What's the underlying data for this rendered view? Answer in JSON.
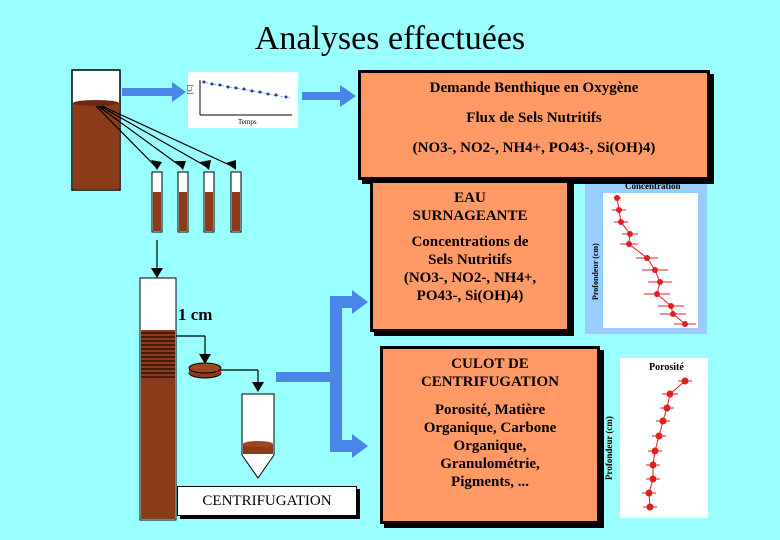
{
  "title": "Analyses effectuées",
  "box_top": {
    "line1": "Demande Benthique en Oxygène",
    "line2": "Flux de Sels Nutritifs",
    "line3": "(NO3-, NO2-, NH4+, PO43-, Si(OH)4)"
  },
  "box_eau": {
    "line1": "EAU",
    "line2": "SURNAGEANTE",
    "line3": "Concentrations de",
    "line4": "Sels Nutritifs",
    "line5": "(NO3-, NO2-, NH4+,",
    "line6": "PO43-, Si(OH)4)"
  },
  "box_culot": {
    "line1": "CULOT DE",
    "line2": "CENTRIFUGATION",
    "line3": "Porosité, Matière",
    "line4": "Organique, Carbone",
    "line5": "Organique,",
    "line6": "Granulométrie,",
    "line7": "Pigments, ..."
  },
  "label_1cm": "1 cm",
  "centrifugation_label": "CENTRIFUGATION",
  "mini_chart_time": {
    "xlabel": "Temps",
    "ylabel": "[C]"
  },
  "mini_chart_conc": {
    "title": "Concentration",
    "ylabel": "Profondeur (cm)"
  },
  "mini_chart_por": {
    "title": "Porosité",
    "ylabel": "Profondeur (cm)"
  },
  "colors": {
    "sediment": "#8b3a1a",
    "box": "#ff9966",
    "arrow": "#4a86e8",
    "point": "#e02020"
  }
}
